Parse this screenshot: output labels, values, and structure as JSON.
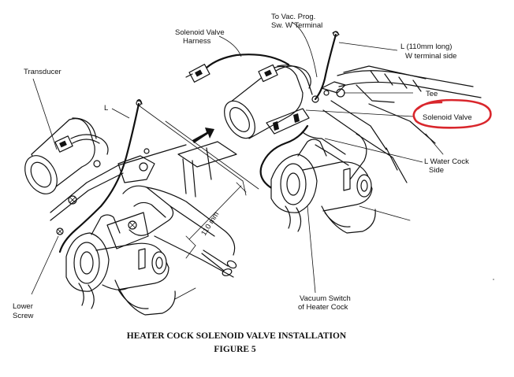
{
  "labels": {
    "transducer": "Transducer",
    "l_left": "L",
    "solenoid_valve_harness_1": "Solenoid Valve",
    "solenoid_valve_harness_2": "Harness",
    "to_vac_prog_1": "To Vac. Prog.",
    "to_vac_prog_2": "Sw. W Terminal",
    "l_110mm_1": "L  (110mm long)",
    "l_110mm_2": "W terminal side",
    "tee": "Tee",
    "solenoid_valve": "Solenoid Valve",
    "l_water_cock_1": "L Water Cock",
    "l_water_cock_2": "Side",
    "dimension_110mm": "110 mm",
    "lower_screw_1": "Lower",
    "lower_screw_2": "Screw",
    "vacuum_switch_1": "Vacuum Switch",
    "vacuum_switch_2": "of Heater Cock"
  },
  "caption": {
    "title": "HEATER COCK SOLENOID VALVE INSTALLATION",
    "figure": "FIGURE 5"
  },
  "highlight_color": "#d9262c"
}
